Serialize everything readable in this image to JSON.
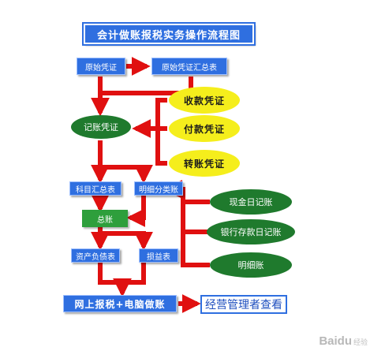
{
  "diagram": {
    "title": "会计做账报税实务操作流程图",
    "nodes": {
      "original_voucher": "原始凭证",
      "voucher_summary": "原始凭证汇总表",
      "accounting_voucher": "记账凭证",
      "receipt_voucher": "收款凭证",
      "payment_voucher": "付款凭证",
      "transfer_voucher": "转账凭证",
      "subject_summary": "科目汇总表",
      "detail_ledger": "明细分类账",
      "general_ledger": "总账",
      "cash_journal": "现金日记账",
      "bank_journal": "银行存款日记账",
      "subsidiary_ledger": "明细账",
      "balance_sheet": "资产负债表",
      "income_statement": "损益表",
      "online_filing": "网上报税+电脑做账",
      "management_review": "经营管理者查看"
    },
    "colors": {
      "box_blue": "#2f6fe0",
      "arrow_red": "#e01010",
      "ellipse_green": "#1f7a2d",
      "ellipse_yellow": "#f5ee1c",
      "box_green": "#2e9f3c"
    }
  },
  "watermark": {
    "brand": "Baidu",
    "sub": "经验"
  }
}
